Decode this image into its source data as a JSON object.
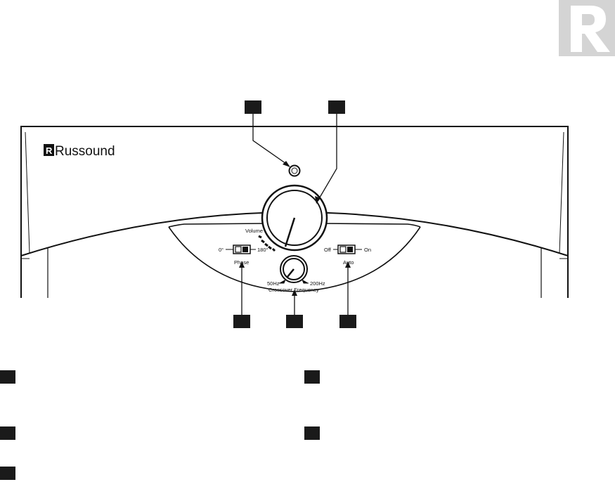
{
  "brand": {
    "name": "Russound",
    "logo_letter": "R"
  },
  "controls": {
    "volume_label": "Volume",
    "phase": {
      "left_label": "0°",
      "right_label": "180°",
      "caption": "Phase"
    },
    "crossover": {
      "min_label": "50Hz",
      "max_label": "200Hz",
      "caption": "Crossover Frequency"
    },
    "auto": {
      "left_label": "Off",
      "right_label": "On",
      "caption": "Auto"
    }
  },
  "callouts": [
    {
      "target": "power-led"
    },
    {
      "target": "volume-knob"
    },
    {
      "target": "phase-switch"
    },
    {
      "target": "crossover-knob"
    },
    {
      "target": "auto-switch"
    }
  ],
  "legend": [
    {
      "text": ""
    },
    {
      "text": ""
    },
    {
      "text": ""
    },
    {
      "text": ""
    },
    {
      "text": ""
    }
  ],
  "colors": {
    "ink": "#111111",
    "label_box": "#1a1a1a",
    "logo_bg": "#d4d4d4",
    "background": "#ffffff"
  }
}
